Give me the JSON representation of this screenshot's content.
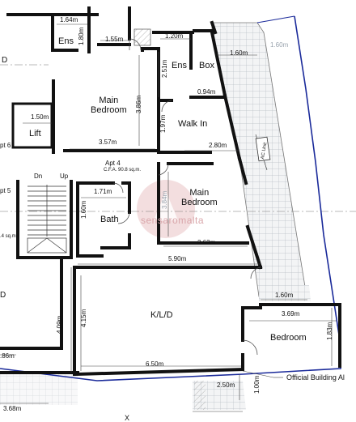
{
  "rooms": {
    "ens_left": "Ens",
    "lift": "Lift",
    "main_bedroom_1": "Main\nBedroom",
    "ens_right": "Ens",
    "box": "Box",
    "walk_in": "Walk In",
    "main_bedroom_2": "Main\nBedroom",
    "bath": "Bath",
    "kld": "K/L/D",
    "bedroom": "Bedroom"
  },
  "dimensions": {
    "d_164": "1.64m",
    "d_180": "1.80m",
    "d_155": "1.55m",
    "d_120": "1.20m",
    "d_251": "2.51m",
    "d_160_top": "1.60m",
    "d_160_blue": "1.60m",
    "d_094": "0.94m",
    "d_150": "1.50m",
    "d_386": "3.86m",
    "d_197": "1.97m",
    "d_357": "3.57m",
    "d_280": "2.80m",
    "d_171": "1.71m",
    "d_160_bath": "1.60m",
    "d_384": "3.84m",
    "d_363": "3.63m",
    "d_590": "5.90m",
    "d_409": "4.09m",
    "d_415": "4.15m",
    "d_160_lower": "1.60m",
    "d_369": "3.69m",
    "d_183": "1.83m",
    "d_650": "6.50m",
    "d_100": "1.00m",
    "d_250": "2.50m",
    "d_368": "3.68m",
    "d_86_partial": ".86m"
  },
  "apartment": {
    "name": "Apt 4",
    "area": "C.F.A. 90.8 sq.m."
  },
  "side_labels": {
    "apt6": "pt 6",
    "apt5": "pt 5",
    "sqm": ".4 sq.m.",
    "d_left": "D",
    "d_left_lower": "D",
    "dn": "Dn",
    "up": "Up",
    "ac_unit": "AC Unit",
    "x_mark": "X",
    "official": "Official Building Al"
  },
  "watermark": "sensaromalta",
  "colors": {
    "wall": "#111111",
    "boundary": "#1a2a9a",
    "tile": "#c9ced3",
    "watermark": "#d9a6aa"
  }
}
